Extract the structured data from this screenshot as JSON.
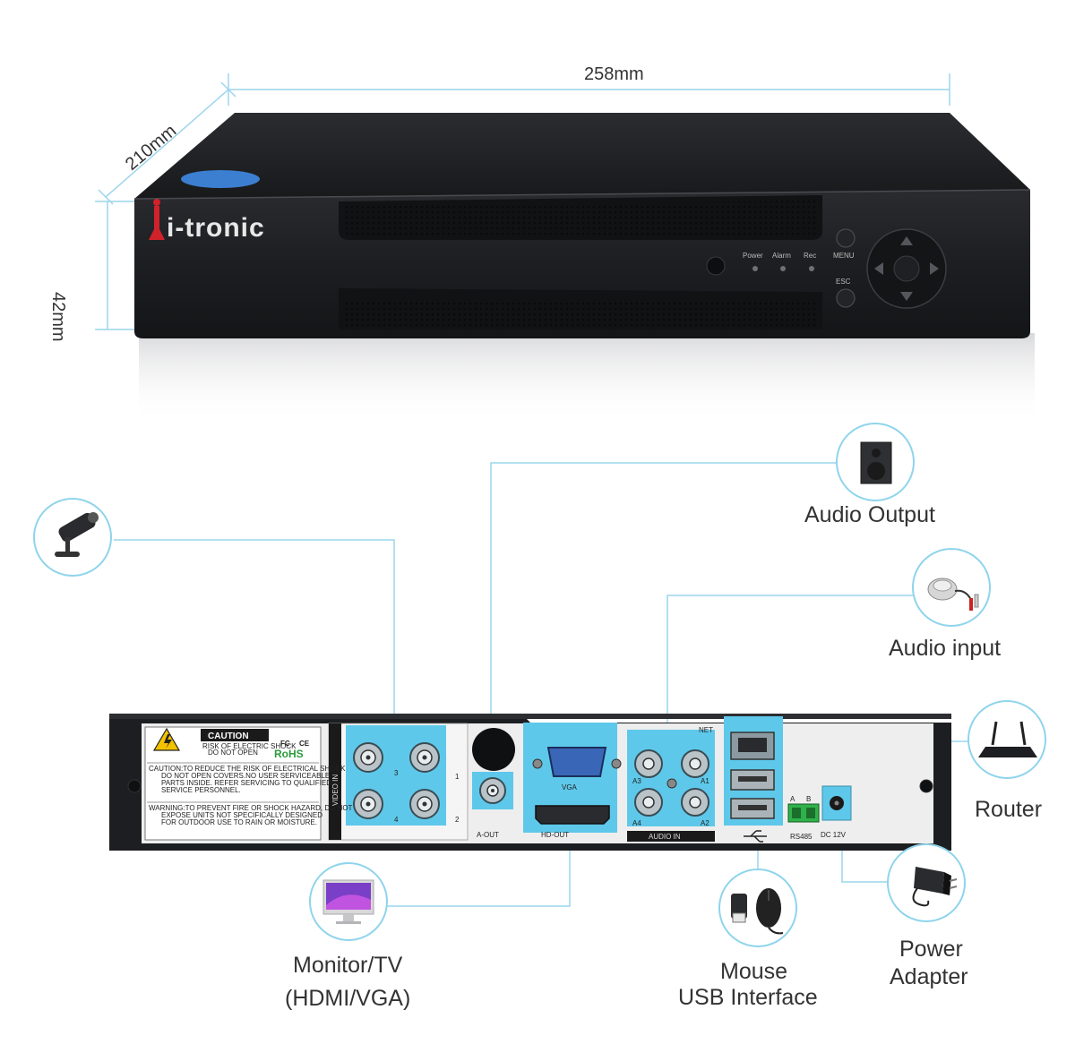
{
  "dimensions": {
    "width": "258mm",
    "depth": "210mm",
    "height": "42mm"
  },
  "front_panel": {
    "brand": "i-tronic",
    "leds": [
      "Power",
      "Alarm",
      "Rec"
    ],
    "buttons": {
      "menu": "MENU",
      "esc": "ESC"
    }
  },
  "back_panel": {
    "caution": {
      "title": "CAUTION",
      "sub": [
        "RISK OF ELECTRIC SHOCK",
        "DO NOT OPEN"
      ],
      "text1": [
        "CAUTION:TO REDUCE THE RISK OF ELECTRICAL SHOCK",
        "DO NOT OPEN COVERS.NO USER SERVICEABLE",
        "PARTS INSIDE. REFER SERVICING TO QUALIFIED",
        "SERVICE PERSONNEL."
      ],
      "text2": [
        "WARNING:TO PREVENT FIRE OR SHOCK HAZARD, DO NOT",
        "EXPOSE UNITS NOT SPECIFICALLY DESIGNED",
        "FOR OUTDOOR USE TO RAIN OR MOISTURE."
      ]
    },
    "fcc": "FC",
    "ce": "CE",
    "rohs": "RoHS",
    "video_in": "VIDEO IN",
    "channel_numbers": [
      "3",
      "1",
      "4",
      "2"
    ],
    "a_out": "A-OUT",
    "vga": "VGA",
    "hd_out": "HD-OUT",
    "audio_ports": [
      "A3",
      "A1",
      "A4",
      "A2"
    ],
    "audio_in": "AUDIO IN",
    "net": "NET",
    "rs485": "RS485",
    "rs485_pins": [
      "A",
      "B"
    ],
    "dc": "DC 12V"
  },
  "callouts": {
    "audio_output": "Audio Output",
    "audio_input": "Audio input",
    "router": "Router",
    "monitor_line1": "Monitor/TV",
    "monitor_line2": "(HDMI/VGA)",
    "mouse_line1": "Mouse",
    "mouse_line2": "USB Interface",
    "power_line1": "Power",
    "power_line2": "Adapter"
  },
  "icons": [
    "camera-icon",
    "speaker-icon",
    "microphone-icon",
    "router-icon",
    "monitor-icon",
    "mouse-usb-icon",
    "power-adapter-icon",
    "usb-icon"
  ],
  "colors": {
    "highlight": "#5ec8ea",
    "callout_line": "#9cd6ec",
    "dimension_line": "#9cd6ec",
    "device_body": "#1e1f22"
  }
}
